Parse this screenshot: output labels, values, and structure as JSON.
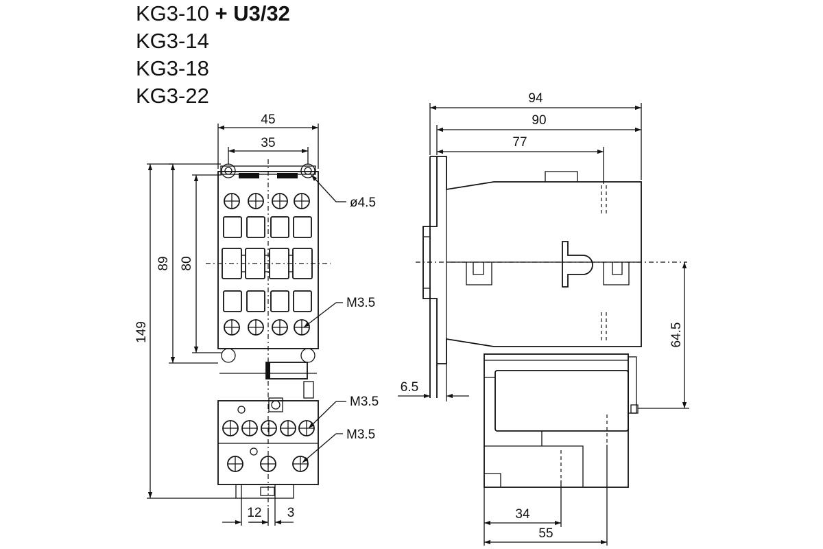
{
  "titles": [
    {
      "model": "KG3-10",
      "plus": "+",
      "accessory": "U3/32"
    },
    {
      "model": "KG3-14"
    },
    {
      "model": "KG3-18"
    },
    {
      "model": "KG3-22"
    }
  ],
  "front_view": {
    "dims": {
      "overall_width": "45",
      "mount_spacing": "35",
      "overall_height": "149",
      "body_height": "89",
      "mount_pitch": "80",
      "bottom_left": "12",
      "bottom_right": "3"
    },
    "callouts": {
      "mount_hole": "ø4.5",
      "terminal_screw": "M3.5",
      "relay_screw_upper": "M3.5",
      "relay_screw_lower": "M3.5"
    }
  },
  "side_view": {
    "dims": {
      "depth_total": "94",
      "depth_body": "90",
      "depth_to_hole": "77",
      "rail_offset": "6.5",
      "rail_to_screw": "64.5",
      "relay_terminal": "34",
      "relay_depth": "55"
    }
  }
}
